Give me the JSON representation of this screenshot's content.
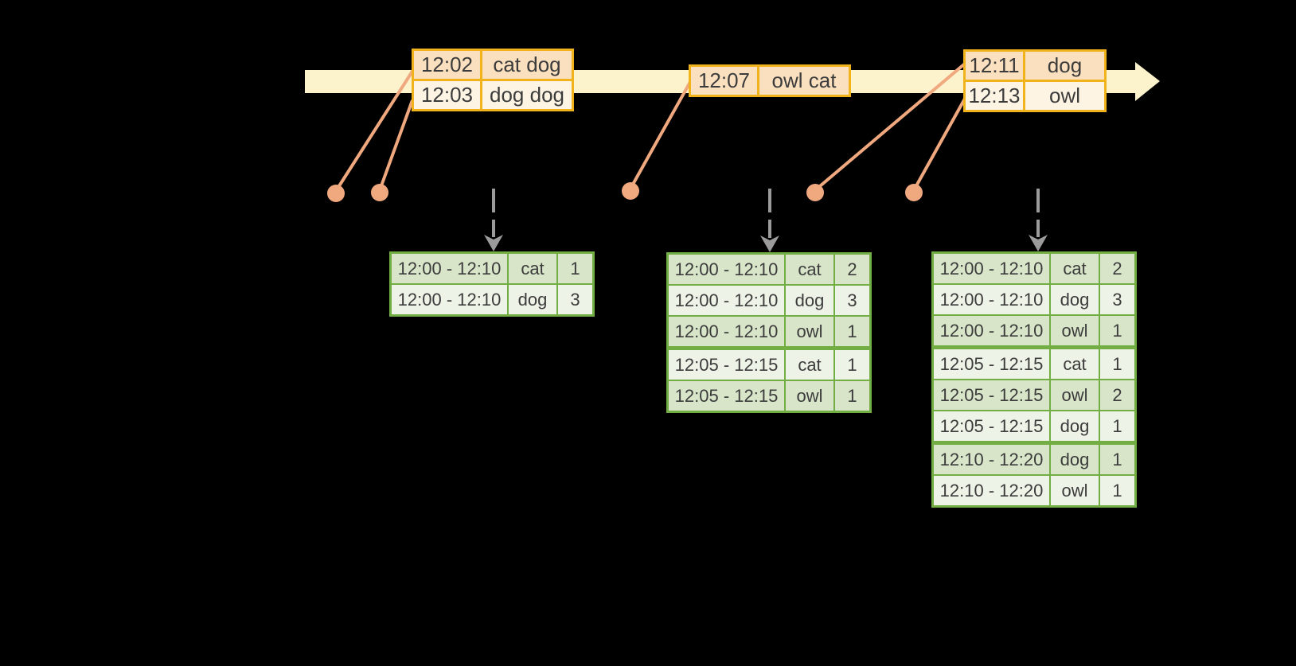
{
  "colors": {
    "background": "#000000",
    "timeline_fill": "#FCF2CC",
    "event_table_border": "#F1B31C",
    "event_row_peach": "#FAE0BE",
    "event_row_cream": "#FDF4E3",
    "connector_salmon": "#F0A87E",
    "trigger_arrow_gray": "#9B9B9B",
    "result_table_border": "#73AE45",
    "result_row_dark": "#D8E5C9",
    "result_row_light": "#EEF3E7",
    "text": "#3C3C3C"
  },
  "events": [
    {
      "rows": [
        {
          "time": "12:02",
          "words": "cat dog"
        },
        {
          "time": "12:03",
          "words": "dog dog"
        }
      ]
    },
    {
      "rows": [
        {
          "time": "12:07",
          "words": "owl cat"
        }
      ]
    },
    {
      "rows": [
        {
          "time": "12:11",
          "words": "dog"
        },
        {
          "time": "12:13",
          "words": "owl"
        }
      ]
    }
  ],
  "result_tables": [
    {
      "rows": [
        {
          "window": "12:00 - 12:10",
          "word": "cat",
          "count": "1"
        },
        {
          "window": "12:00 - 12:10",
          "word": "dog",
          "count": "3"
        }
      ]
    },
    {
      "rows": [
        {
          "window": "12:00 - 12:10",
          "word": "cat",
          "count": "2"
        },
        {
          "window": "12:00 - 12:10",
          "word": "dog",
          "count": "3"
        },
        {
          "window": "12:00 - 12:10",
          "word": "owl",
          "count": "1"
        },
        {
          "window": "12:05 - 12:15",
          "word": "cat",
          "count": "1"
        },
        {
          "window": "12:05 - 12:15",
          "word": "owl",
          "count": "1"
        }
      ]
    },
    {
      "rows": [
        {
          "window": "12:00 - 12:10",
          "word": "cat",
          "count": "2"
        },
        {
          "window": "12:00 - 12:10",
          "word": "dog",
          "count": "3"
        },
        {
          "window": "12:00 - 12:10",
          "word": "owl",
          "count": "1"
        },
        {
          "window": "12:05 - 12:15",
          "word": "cat",
          "count": "1"
        },
        {
          "window": "12:05 - 12:15",
          "word": "owl",
          "count": "2"
        },
        {
          "window": "12:05 - 12:15",
          "word": "dog",
          "count": "1"
        },
        {
          "window": "12:10 - 12:20",
          "word": "dog",
          "count": "1"
        },
        {
          "window": "12:10 - 12:20",
          "word": "owl",
          "count": "1"
        }
      ]
    }
  ]
}
